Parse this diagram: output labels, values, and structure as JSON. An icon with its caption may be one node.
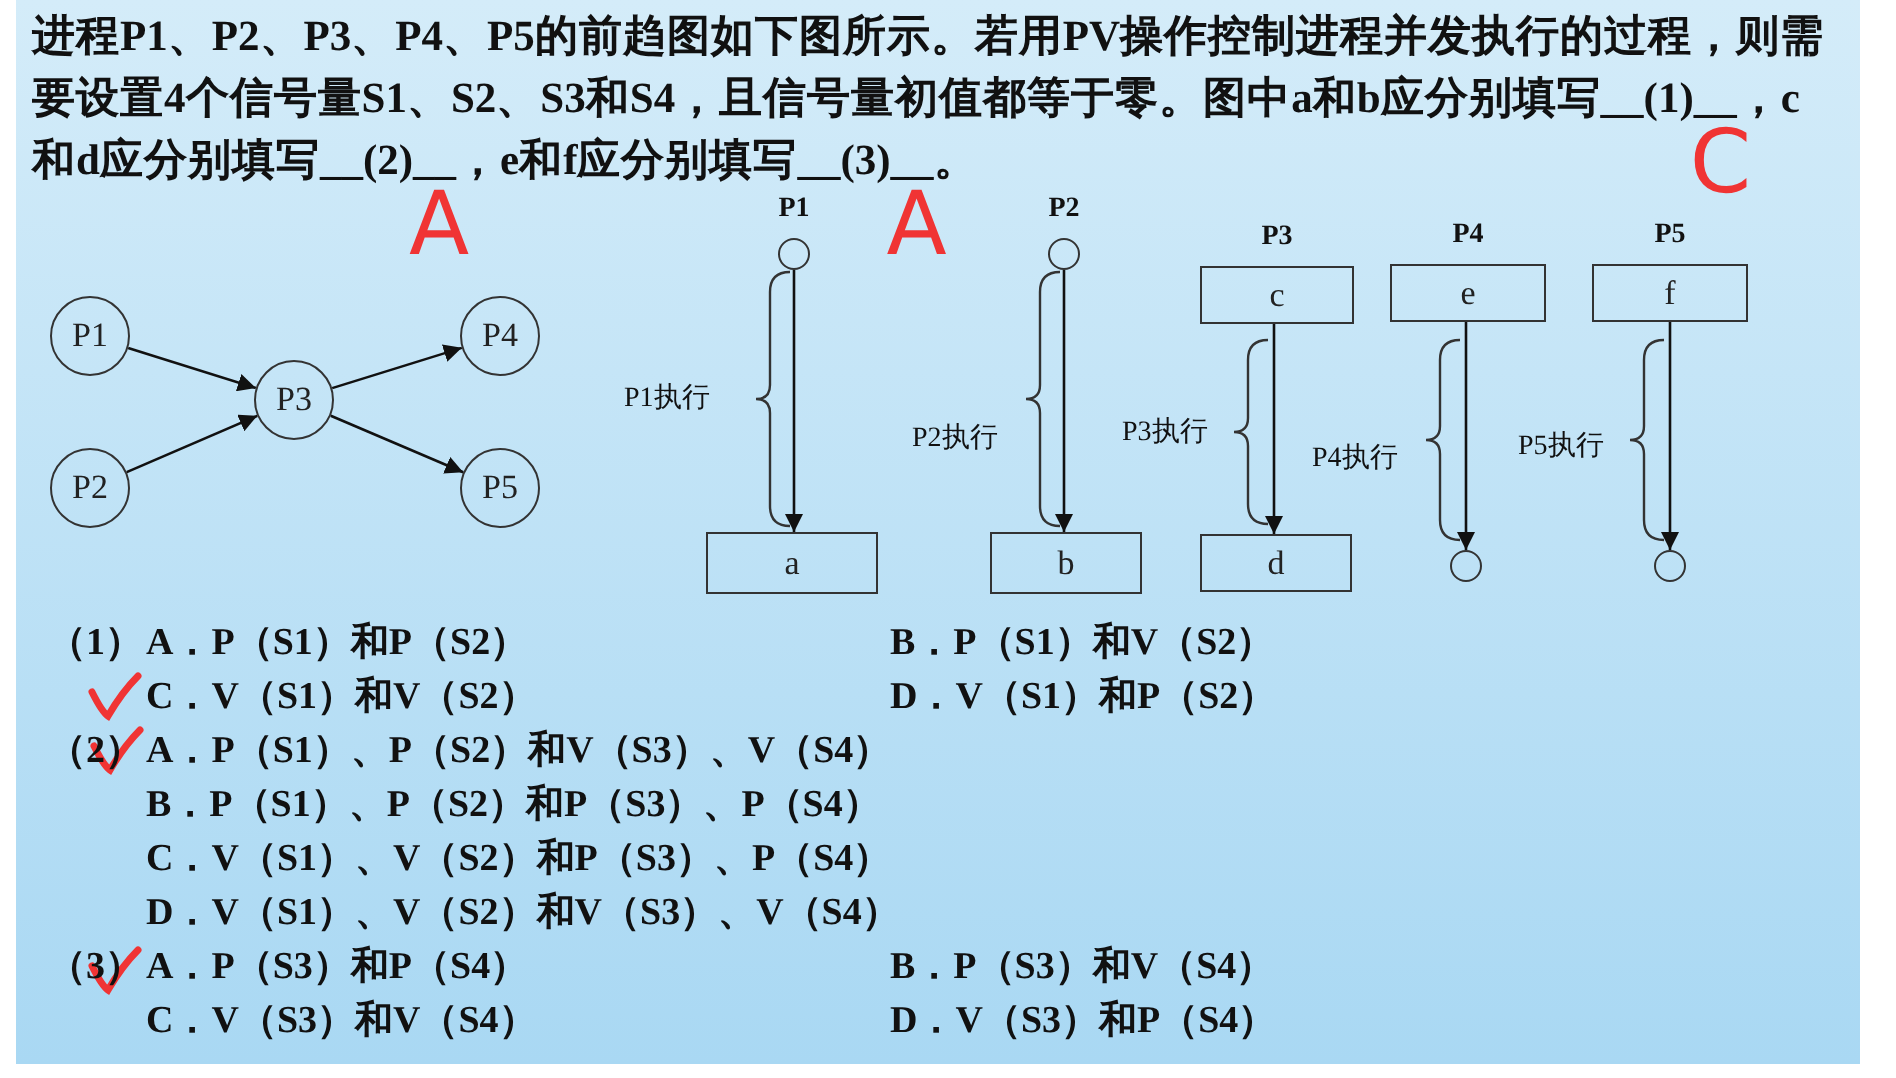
{
  "diagram": {
    "title": "进程P1、P2、P3、P4、P5的前趋图如下图所示。若用PV操作控制进程并发执行的过程，则需要设置4个信号量S1、S2、S3和S4，且信号量初值都等于零。图中a和b应分别填写__(1)__，c和d应分别填写__(2)__，e和f应分别填写__(3)__。",
    "nodes": [
      {
        "text": [
          "P1"
        ]
      },
      {
        "text": [
          "P2"
        ]
      },
      {
        "text": [
          "P3"
        ]
      },
      {
        "text": [
          "P4"
        ]
      },
      {
        "text": [
          "P5"
        ]
      },
      {
        "text": [],
        "shape": "circle",
        "beside": [
          "P1"
        ]
      },
      {
        "text": [
          "a"
        ]
      },
      {
        "text": [],
        "shape": "circle",
        "beside": [
          "P2"
        ]
      },
      {
        "text": [
          "b"
        ]
      },
      {
        "text": [
          "c"
        ],
        "beside": [
          "P3"
        ]
      },
      {
        "text": [
          "d"
        ]
      },
      {
        "text": [
          "e"
        ],
        "beside": [
          "P4"
        ]
      },
      {
        "text": [],
        "shape": "circle"
      },
      {
        "text": [
          "f"
        ],
        "beside": [
          "P5"
        ]
      },
      {
        "text": [],
        "shape": "circle"
      }
    ],
    "edges": [
      {
        "from": 0,
        "to": 2,
        "arrow": "to"
      },
      {
        "from": 1,
        "to": 2,
        "arrow": "to"
      },
      {
        "from": 2,
        "to": 3,
        "arrow": "to"
      },
      {
        "from": 2,
        "to": 4,
        "arrow": "to"
      },
      {
        "from": 5,
        "to": 6,
        "arrow": "to"
      },
      {
        "from": 7,
        "to": 8,
        "arrow": "to"
      },
      {
        "from": 9,
        "to": 10,
        "arrow": "to"
      },
      {
        "from": 11,
        "to": 12,
        "arrow": "to"
      },
      {
        "from": 13,
        "to": 14,
        "arrow": "to"
      }
    ],
    "labels": [
      "C",
      "A",
      "A",
      "P1执行",
      "P2执行",
      "P3执行",
      "P4执行",
      "P5执行",
      "（1）",
      "A．P（S1）和P（S2）",
      "B．P（S1）和V（S2）",
      "C．V（S1）和V（S2）",
      "D．V（S1）和P（S2）",
      "（2）",
      "A．P（S1）、P（S2）和V（S3）、V（S4）",
      "B．P（S1）、P（S2）和P（S3）、P（S4）",
      "C．V（S1）、V（S2）和P（S3）、P（S4）",
      "D．V（S1）、V（S2）和V（S3）、V（S4）",
      "（3）",
      "A．P（S3）和P（S4）",
      "B．P（S3）和V（S4）",
      "C．V（S3）和V（S4）",
      "D．V（S3）和P（S4）"
    ]
  }
}
